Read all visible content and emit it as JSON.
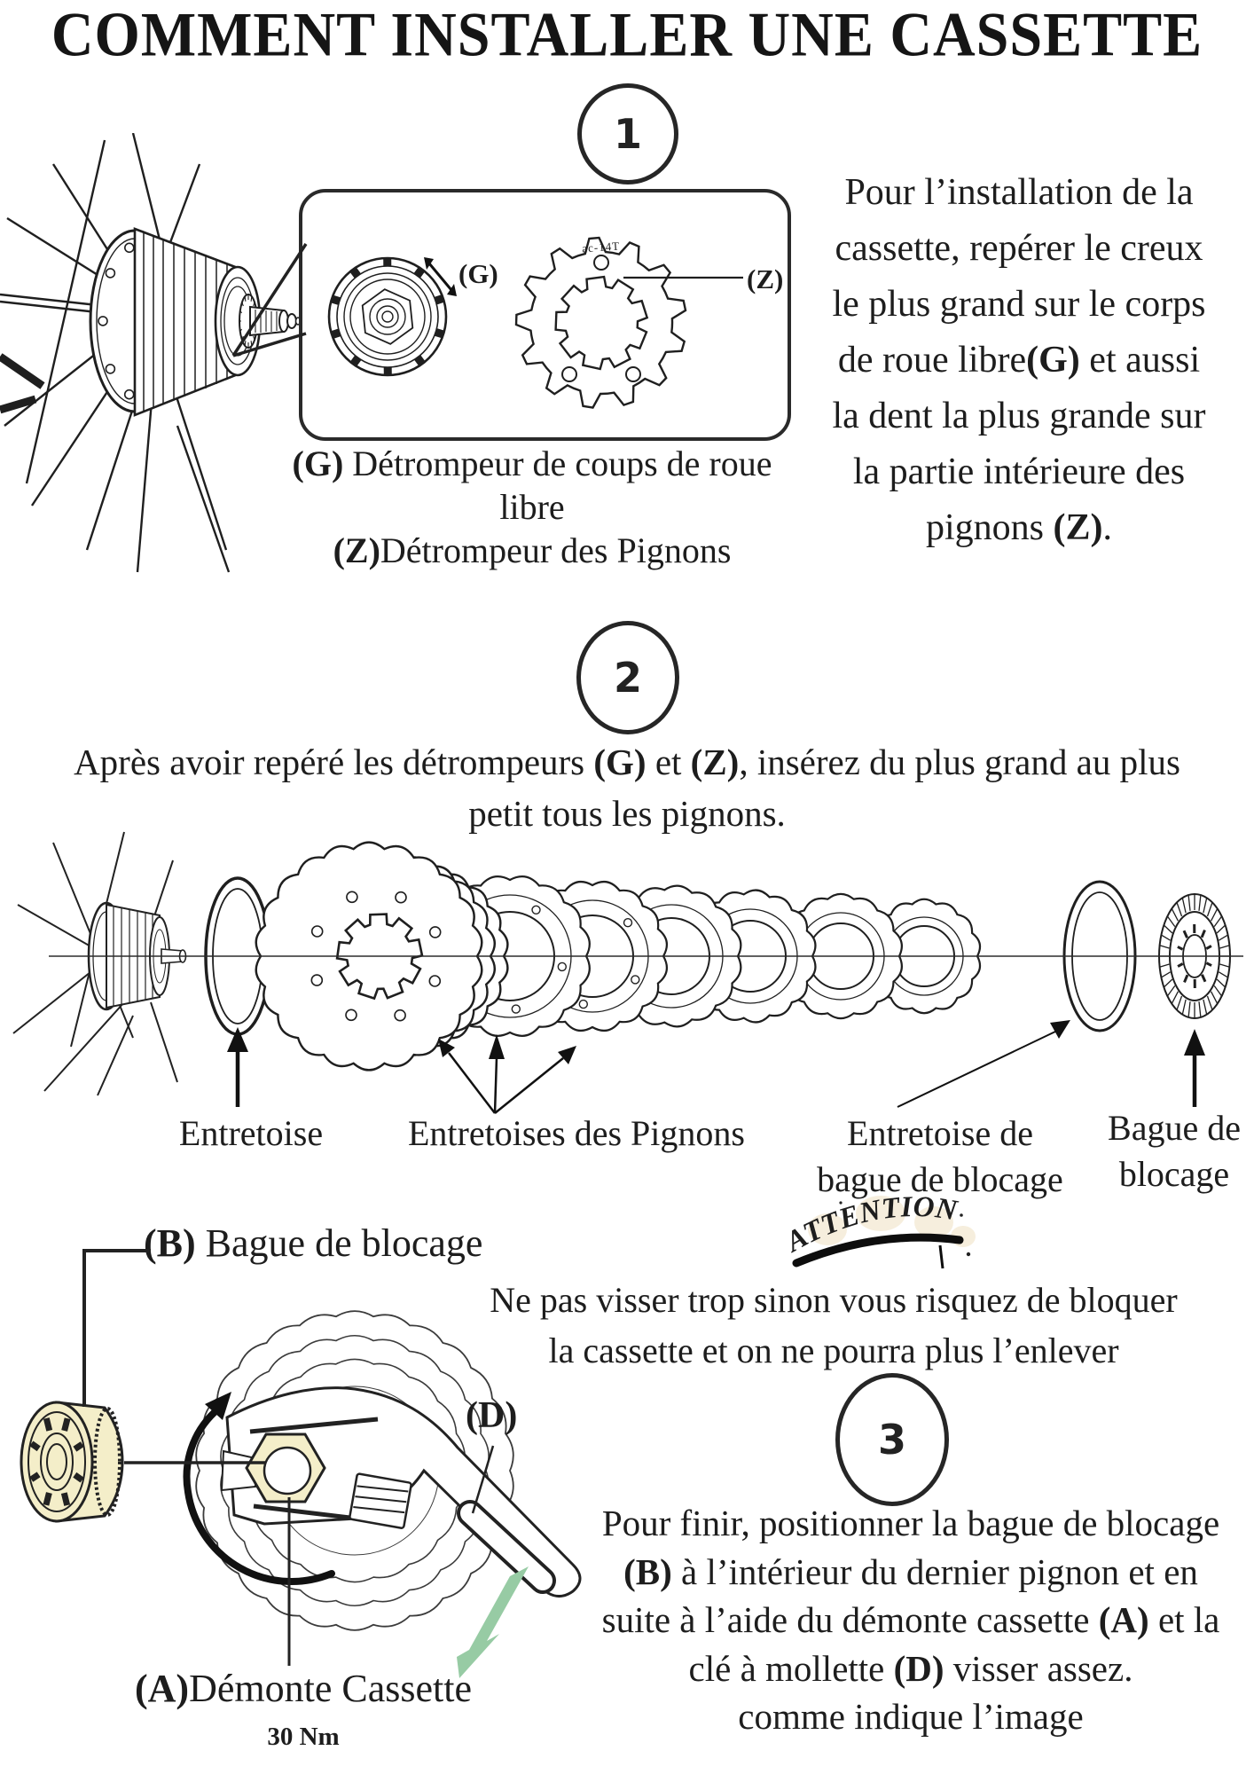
{
  "title": "COMMENT INSTALLER UNE CASSETTE",
  "colors": {
    "cream": "#f4eec9",
    "green": "#97cba4",
    "ink": "#1d1d1d"
  },
  "step1": {
    "number": "1",
    "marking": "ac-14T",
    "label_g": "(G)",
    "label_z": "(Z)",
    "caption": "**(G)** Détrompeur de coups de roue\nlibre\n**(Z)**Détrompeur des Pignons",
    "paragraph": "Pour l’installation de la\ncassette, repérer  le creux\nle plus grand sur le corps\nde roue libre**(G)** et aussi\nla dent la plus grande sur\nla partie intérieure des\npignons **(Z)**."
  },
  "step2": {
    "number": "2",
    "intro": "Après avoir repéré les détrompeurs **(G)** et **(Z)**, insérez du plus grand au plus\npetit  tous les pignons.",
    "labels": {
      "spacer": "Entretoise",
      "sprocket_spacers": "Entretoises des Pignons",
      "lockring_spacer": "Entretoise de\nbague de blocage",
      "lockring": "Bague de\nblocage"
    }
  },
  "warning": {
    "title": "ATTENTION",
    "text": "Ne pas visser trop  sinon vous risquez  de bloquer\nla cassette et on  ne pourra  plus l’enlever"
  },
  "step3": {
    "number": "3",
    "label_b": "**(B)** Bague de blocage",
    "label_d": "(D)",
    "label_a": "**(A)**Démonte Cassette",
    "torque": "30 Nm",
    "paragraph": "Pour finir, positionner  la bague de  blocage\n**(B)** à l’intérieur du dernier pignon et en\nsuite à l’aide du démonte cassette **(A)** et la\nclé à mollette **(D)** visser assez.\ncomme indique l’image"
  }
}
